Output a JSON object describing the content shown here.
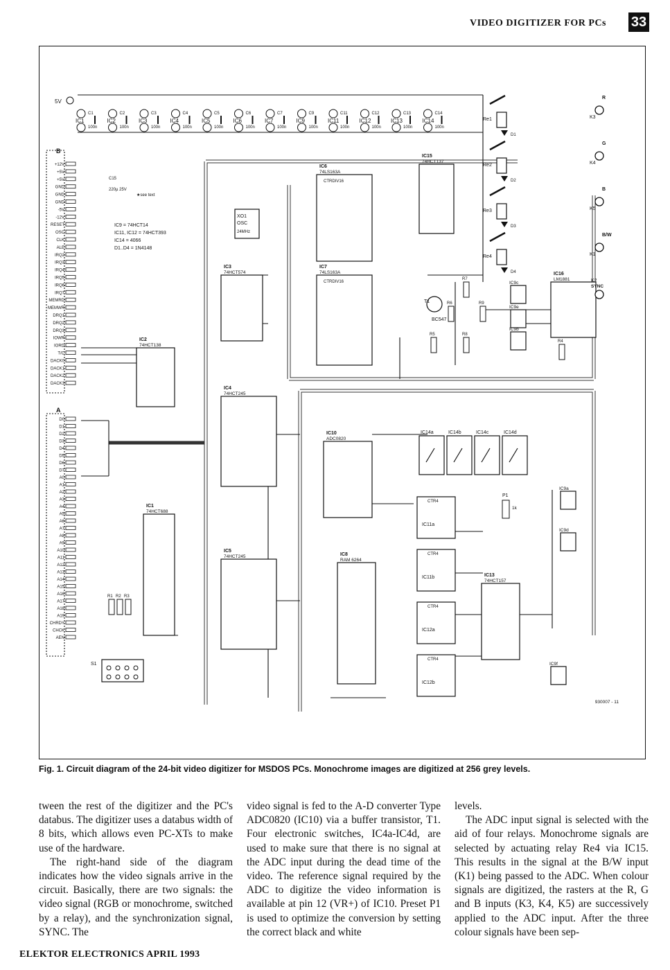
{
  "header": {
    "running_title": "VIDEO DIGITIZER FOR PCs",
    "page_number": "33"
  },
  "figure": {
    "caption": "Fig. 1. Circuit diagram of the 24-bit video digitizer for MSDOS PCs. Monochrome images are digitized at 256 grey levels.",
    "figure_code": "930007 - 11",
    "supply_label": "5V",
    "decoupling": [
      "IC1",
      "IC2",
      "IC3",
      "IC4",
      "IC5",
      "IC6",
      "IC7",
      "IC9",
      "IC11",
      "IC12",
      "IC13",
      "IC14"
    ],
    "decoupling_values": [
      "C1",
      "C2",
      "C3",
      "C4",
      "C5",
      "C6",
      "C7",
      "C9",
      "C11",
      "C12",
      "C13",
      "C14"
    ],
    "cap_value": "100n",
    "connector_b_label": "B",
    "connector_a_label": "A",
    "bus_b_signals": [
      "+12V",
      "+5V",
      "+5V",
      "GND",
      "GND",
      "GND",
      "-5V",
      "-12V",
      "RESET",
      "OSC",
      "CLK",
      "ALE",
      "IRQ2",
      "IRQ3",
      "IRQ4",
      "IRQ5",
      "IRQ6",
      "IRQ7",
      "MEMRD",
      "MEMWR",
      "DRQ1",
      "DRQ2",
      "DRQ3",
      "IOWR",
      "IORD",
      "T/C",
      "DACK0",
      "DACK1",
      "DACK2",
      "DACK3"
    ],
    "bus_a_signals": [
      "D0",
      "D1",
      "D2",
      "D3",
      "D4",
      "D5",
      "D6",
      "D7",
      "A0",
      "A1",
      "A2",
      "A3",
      "A4",
      "A5",
      "A6",
      "A7",
      "A8",
      "A9",
      "A10",
      "A11",
      "A12",
      "A13",
      "A14",
      "A15",
      "A16",
      "A17",
      "A18",
      "A19",
      "CHRDY",
      "CHCK",
      "AEN"
    ],
    "notes": [
      "IC9 = 74HCT14",
      "IC11, IC12 = 74HCT393",
      "IC14 = 4066",
      "D1..D4 = 1N4148"
    ],
    "see_text": "★see text",
    "c15_label": "C15",
    "c15_value": "220µ 25V",
    "chips": [
      {
        "name": "IC6",
        "type": "74LS163A"
      },
      {
        "name": "IC7",
        "type": "74LS163A"
      },
      {
        "name": "IC3",
        "type": "74HCT574"
      },
      {
        "name": "IC4",
        "type": "74HCT245"
      },
      {
        "name": "IC5",
        "type": "74HCT245"
      },
      {
        "name": "IC1",
        "type": "74HCT688"
      },
      {
        "name": "IC2",
        "type": "74HCT138"
      },
      {
        "name": "IC10",
        "type": "ADC0820"
      },
      {
        "name": "IC8",
        "type": "RAM 6264"
      },
      {
        "name": "IC13",
        "type": "74HCT157"
      },
      {
        "name": "IC15",
        "type": "74HCT137"
      },
      {
        "name": "IC16",
        "type": "LM1881"
      }
    ],
    "osc": {
      "name": "XO1",
      "label": "OSC",
      "freq": "24MHz"
    },
    "ctrdiv": "CTRDIV16",
    "ctr4": "CTR4",
    "relays": [
      "Re1",
      "Re2",
      "Re3",
      "Re4"
    ],
    "diodes": [
      "D1",
      "D2",
      "D3",
      "D4"
    ],
    "inputs": [
      {
        "jack": "K3",
        "label": "R"
      },
      {
        "jack": "K4",
        "label": "G"
      },
      {
        "jack": "K5",
        "label": "B"
      },
      {
        "jack": "K1",
        "label": "B/W"
      }
    ],
    "sync": {
      "jack": "K2",
      "label": "SYNC"
    },
    "transistor": {
      "name": "T1",
      "type": "BC547"
    },
    "switches": [
      "IC14a",
      "IC14b",
      "IC14c",
      "IC14d"
    ],
    "counters": [
      "IC11a",
      "IC11b",
      "IC12a",
      "IC12b"
    ],
    "schmitt": [
      "IC9a",
      "IC9d",
      "IC9c",
      "IC9e",
      "IC9b",
      "IC9f"
    ],
    "preset": {
      "name": "P1",
      "value": "1k"
    },
    "dip_switch": "S1",
    "resistors": [
      "R1",
      "R2",
      "R3",
      "R4",
      "R5",
      "R6",
      "R7",
      "R8",
      "R9"
    ]
  },
  "body": {
    "col1": [
      "tween the rest of the digitizer and the PC's databus. The digitizer uses a databus width of 8 bits, which allows even PC-XTs to make use of the hardware.",
      "The right-hand side of the diagram indicates how the video signals arrive in the circuit. Basically, there are two signals: the video signal (RGB or monochrome, switched by a relay), and the synchronization signal, SYNC. The"
    ],
    "col2": [
      "video signal is fed to the A-D converter Type ADC0820 (IC10) via a buffer transistor, T1. Four electronic switches, IC4a-IC4d, are used to make sure that there is no signal at the ADC input during the dead time of the video. The reference signal required by the ADC to digitize the video information is available at pin 12 (VR+) of IC10. Preset P1 is used to optimize the conversion by setting the correct black and white"
    ],
    "col3": [
      "levels.",
      "The ADC input signal is selected with the aid of four relays. Monochrome signals are selected by actuating relay Re4 via IC15. This results in the signal at the B/W input (K1) being passed to the ADC. When colour signals are digitized, the rasters at the R, G and B inputs (K3, K4, K5) are successively applied to the ADC input. After the three colour signals have been sep-"
    ]
  },
  "footer": {
    "publication": "ELEKTOR ELECTRONICS  APRIL 1993"
  }
}
